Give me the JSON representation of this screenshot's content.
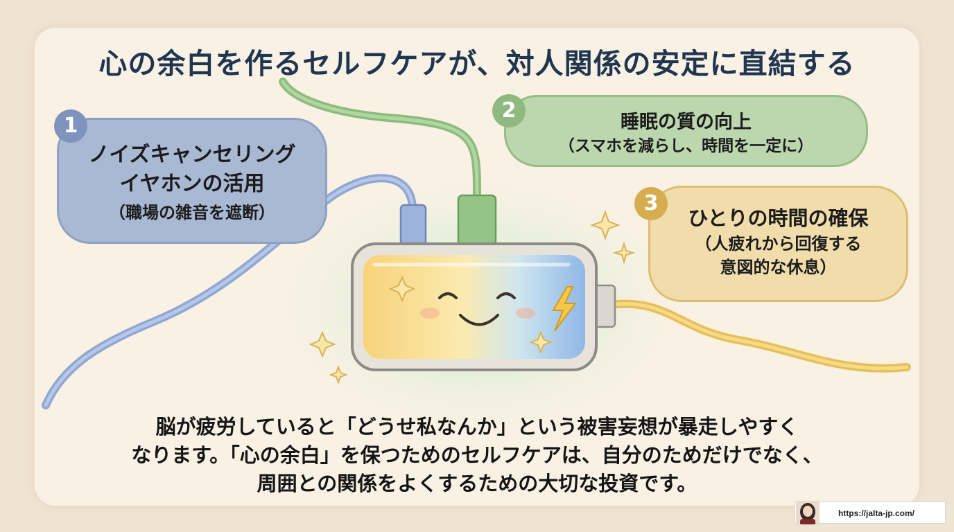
{
  "title": "心の余白を作るセルフケアが、対人関係の安定に直結する",
  "tips": [
    {
      "number": "1",
      "line1": "ノイズキャンセリング",
      "line2": "イヤホンの活用",
      "line3": "（職場の雑音を遮断）",
      "color": "#a9b9d3"
    },
    {
      "number": "2",
      "line1": "睡眠の質の向上",
      "line2": "（スマホを減らし、時間を一定に）",
      "color": "#bcd6ae"
    },
    {
      "number": "3",
      "line1": "ひとりの時間の確保",
      "line2": "（人疲れから回復する",
      "line3": "意図的な休息）",
      "color": "#f1ddab"
    }
  ],
  "battery": {
    "icon_name": "smiling-battery-icon",
    "cables": [
      "blue-cable",
      "green-cable",
      "yellow-cable"
    ]
  },
  "body": {
    "line1": "脳が疲労していると「どうせ私なんか」という被害妄想が暴走しやすく",
    "line2": "なります。「心の余白」を保つためのセルフケアは、自分のためだけでなく、",
    "line3": "周囲との関係をよくするための大切な投資です。"
  },
  "footer": {
    "url": "https://jalta-jp.com/"
  },
  "colors": {
    "title": "#1f3550",
    "background": "#efe3d2",
    "card": "#f8f1e4"
  }
}
